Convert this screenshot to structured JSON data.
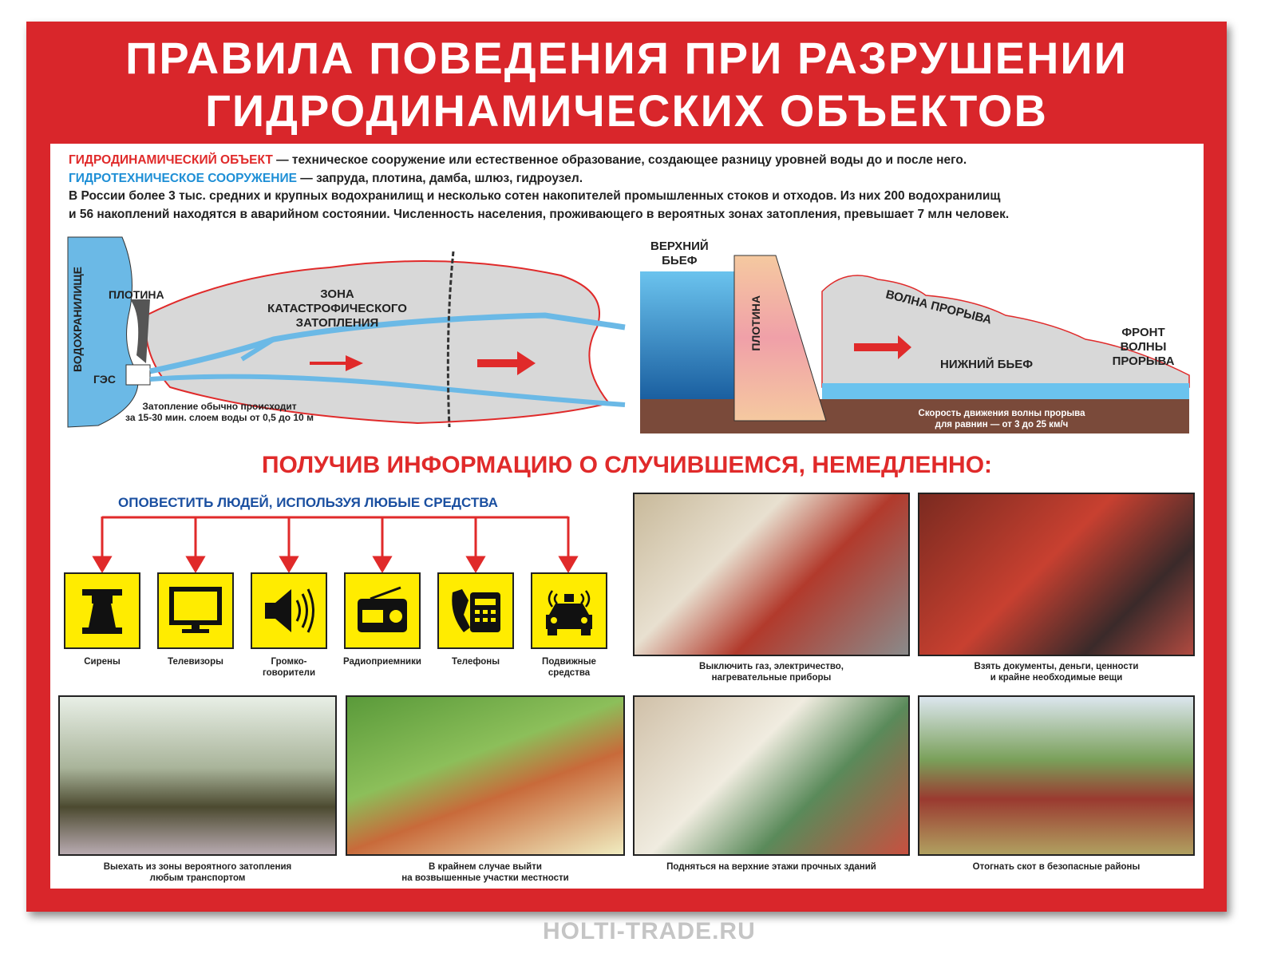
{
  "title": {
    "line1": "ПРАВИЛА ПОВЕДЕНИЯ ПРИ РАЗРУШЕНИИ",
    "line2": "ГИДРОДИНАМИЧЕСКИХ ОБЪЕКТОВ"
  },
  "intro": {
    "term1": "ГИДРОДИНАМИЧЕСКИЙ ОБЪЕКТ",
    "def1": " — техническое сооружение или естественное образование, создающее разницу уровней воды до и после него.",
    "term2": "ГИДРОТЕХНИЧЕСКОЕ СООРУЖЕНИЕ",
    "def2": " — запруда, плотина, дамба, шлюз, гидроузел.",
    "line3": "В России более 3 тыс. средних и крупных водохранилищ и несколько сотен накопителей промышленных стоков и отходов. Из них 200 водохранилищ",
    "line4": "и 56 накоплений находятся в аварийном состоянии. Численность населения, проживающего в вероятных зонах затопления, превышает 7 млн человек."
  },
  "diagram_left": {
    "reservoir": "ВОДОХРАНИЛИЩЕ",
    "dam": "ПЛОТИНА",
    "hps": "ГЭС",
    "zone1": "ЗОНА",
    "zone2": "КАТАСТРОФИЧЕСКОГО",
    "zone3": "ЗАТОПЛЕНИЯ",
    "note1": "Затопление обычно происходит",
    "note2": "за 15-30 мин. слоем воды от 0,5 до 10 м"
  },
  "diagram_right": {
    "upper1": "ВЕРХНИЙ",
    "upper2": "БЬЕФ",
    "dam": "ПЛОТИНА",
    "wave": "ВОЛНА ПРОРЫВА",
    "lower": "НИЖНИЙ БЬЕФ",
    "front1": "ФРОНТ",
    "front2": "ВОЛНЫ",
    "front3": "ПРОРЫВА",
    "speed1": "Скорость движения волны прорыва",
    "speed2": "для равнин — от 3 до 25 км/ч"
  },
  "heading": "ПОЛУЧИВ ИНФОРМАЦИЮ О СЛУЧИВШЕМСЯ, НЕМЕДЛЕННО:",
  "watermark": "HOLTI-TRADE.RU",
  "notify": "ОПОВЕСТИТЬ ЛЮДЕЙ, ИСПОЛЬЗУЯ ЛЮБЫЕ СРЕДСТВА",
  "means": [
    {
      "icon": "siren-icon",
      "l1": "Сирены",
      "l2": ""
    },
    {
      "icon": "tv-icon",
      "l1": "Телевизоры",
      "l2": ""
    },
    {
      "icon": "loudspeaker-icon",
      "l1": "Громко-",
      "l2": "говорители"
    },
    {
      "icon": "radio-icon",
      "l1": "Радиоприемники",
      "l2": ""
    },
    {
      "icon": "phone-icon",
      "l1": "Телефоны",
      "l2": ""
    },
    {
      "icon": "car-icon",
      "l1": "Подвижные",
      "l2": "средства"
    }
  ],
  "actions": [
    {
      "l1": "Выключить газ, электричество,",
      "l2": "нагревательные приборы"
    },
    {
      "l1": "Взять документы, деньги, ценности",
      "l2": "и крайне необходимые вещи"
    },
    {
      "l1": "Выехать из зоны вероятного затопления",
      "l2": "любым транспортом"
    },
    {
      "l1": "В крайнем случае выйти",
      "l2": "на возвышенные участки местности"
    },
    {
      "l1": "Подняться на верхние этажи прочных зданий",
      "l2": ""
    },
    {
      "l1": "Отогнать скот в безопасные районы",
      "l2": ""
    }
  ],
  "colors": {
    "red": "#d9262b",
    "blue": "#1e8fd6",
    "yellow": "#ffec00"
  }
}
